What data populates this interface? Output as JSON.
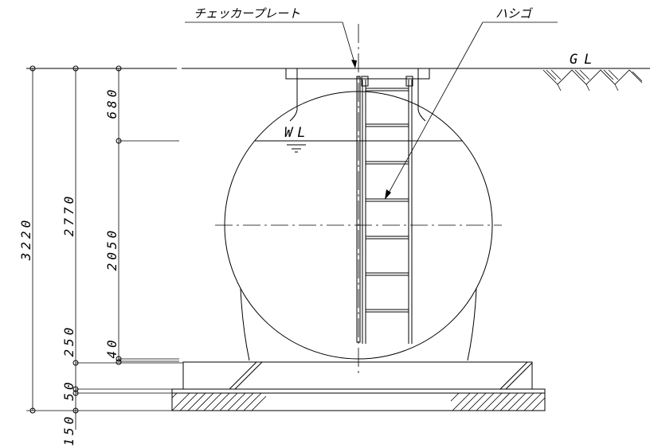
{
  "labels": {
    "checker_plate": "チェッカープレート",
    "ladder": "ハシゴ",
    "ground_level": "GL",
    "water_level": "WL"
  },
  "dimensions": {
    "total": "3220",
    "depth_to_base": "2770",
    "top": "680",
    "middle": "2050",
    "bottom_gap": "40",
    "base_slab": "250",
    "leveling": "50",
    "gravel": "150"
  }
}
